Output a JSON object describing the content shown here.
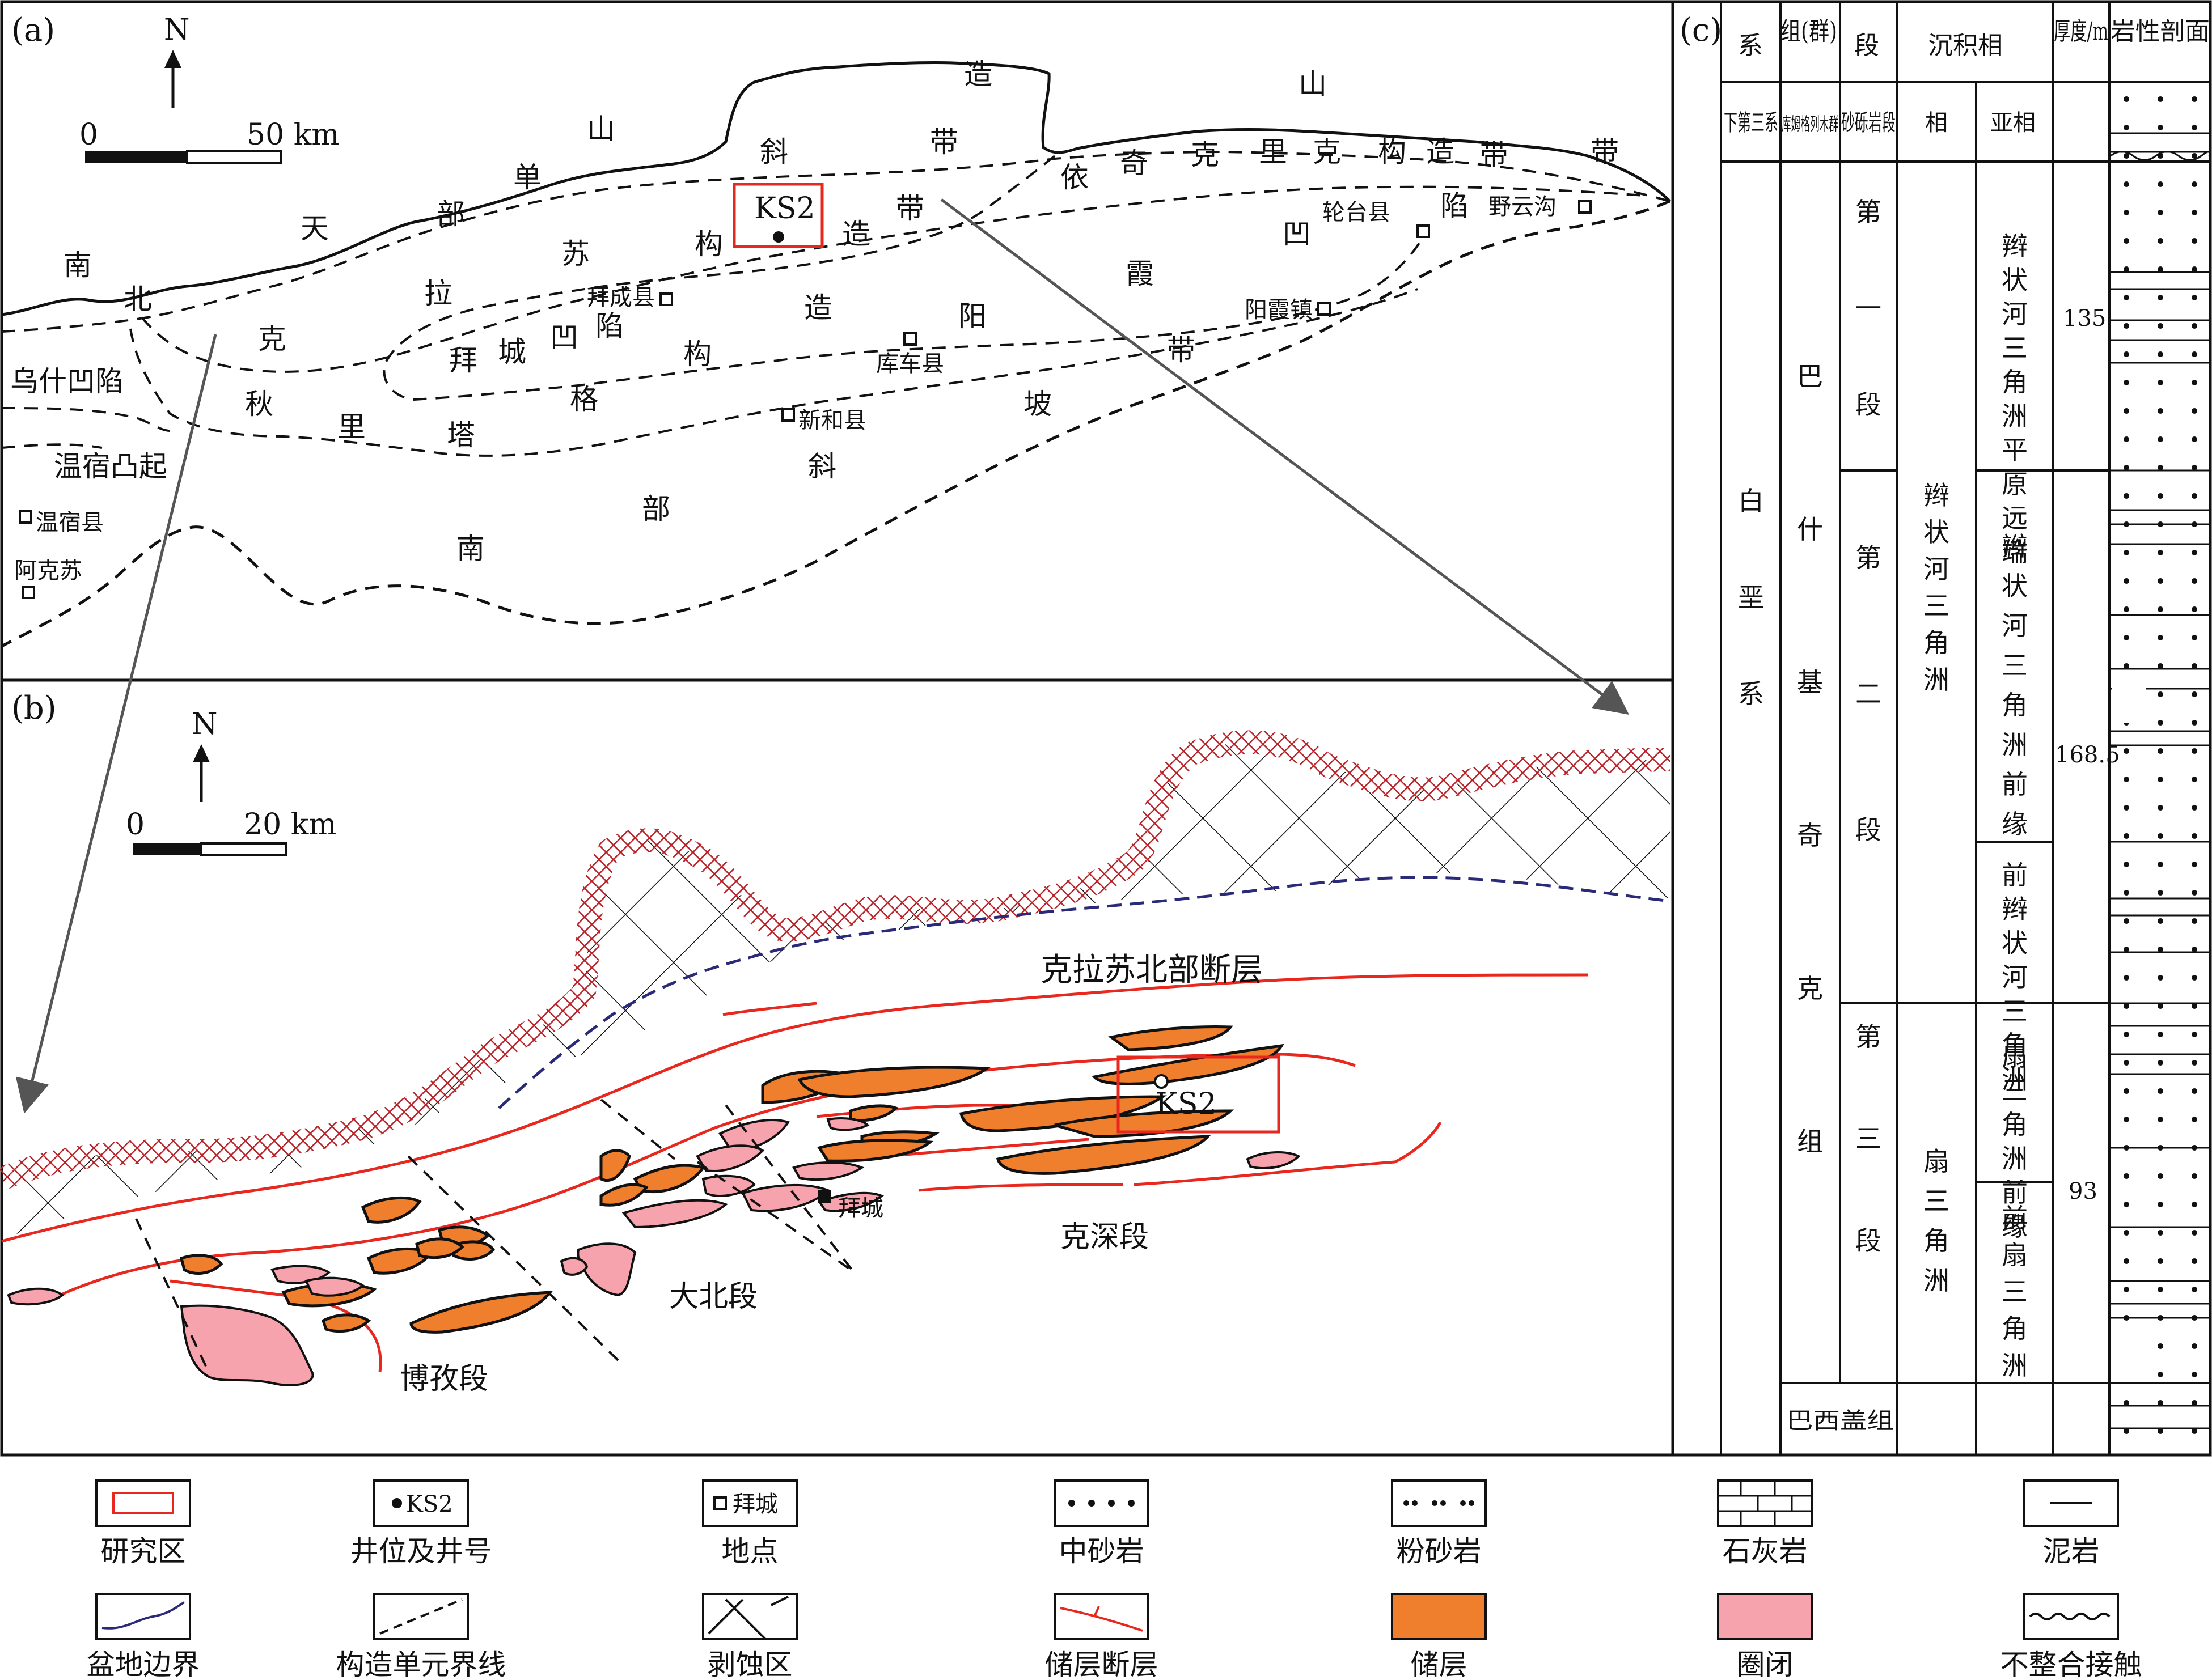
{
  "panels": {
    "a": "(a)",
    "b": "(b)",
    "c": "(c)"
  },
  "north": "N",
  "scale_a": {
    "zero": "0",
    "end": "50 km"
  },
  "scale_b": {
    "zero": "0",
    "end": "20 km"
  },
  "map_a": {
    "well": "KS2",
    "regions": [
      "乌什凹陷",
      "温宿凸起"
    ],
    "belt_south": [
      "南",
      "天",
      "山"
    ],
    "belt_north": [
      "北",
      "部",
      "单",
      "斜",
      "带"
    ],
    "belt_kuqa": [
      "造",
      "带"
    ],
    "belt_kelasu": [
      "克",
      "拉",
      "苏",
      "构",
      "造",
      "带"
    ],
    "belt_baicheng": [
      "拜",
      "城",
      "凹",
      "陷"
    ],
    "belt_qiulitag": [
      "秋",
      "里",
      "塔",
      "格",
      "构",
      "造",
      "带"
    ],
    "belt_yangxia": [
      "阳",
      "霞",
      "凹",
      "陷"
    ],
    "belt_yiqi": [
      "依",
      "奇",
      "克",
      "里",
      "克",
      "构",
      "造",
      "带"
    ],
    "belt_slope": [
      "南",
      "部",
      "斜",
      "坡",
      "带"
    ],
    "mountain_east": [
      "山",
      "带"
    ],
    "towns": [
      "拜成县",
      "库车县",
      "新和县",
      "阳霞镇",
      "轮台县",
      "野云沟",
      "温宿县",
      "阿克苏"
    ]
  },
  "map_b": {
    "fault": "克拉苏北部断层",
    "well": "KS2",
    "town": "拜城",
    "segments": [
      "博孜段",
      "大北段",
      "克深段"
    ]
  },
  "column_c": {
    "headers": [
      "系",
      "组(群)",
      "段",
      "沉积相",
      "厚度/m",
      "岩性剖面"
    ],
    "top_row": {
      "system": "下第三系",
      "group": "库姆格列木群",
      "member": "砂砾岩段",
      "facies": "相",
      "subfacies": "亚相"
    },
    "system": "白垩系",
    "group": "巴什基奇克组",
    "members": [
      "第一段",
      "第二段",
      "第三段"
    ],
    "bottom_group": "巴西盖组",
    "facies": [
      "辫状河三角洲",
      "扇三角洲"
    ],
    "subfacies": [
      "辫状河三角洲平原远端",
      "辫状河三角洲前缘",
      "前辫状河三角洲",
      "扇三角洲前缘",
      "前扇三角洲"
    ],
    "thickness": [
      "135",
      "168.5",
      "93"
    ]
  },
  "legend": [
    {
      "label": "研究区",
      "icon": "study-area-icon"
    },
    {
      "label": "井位及井号",
      "icon": "well-icon",
      "text": "KS2"
    },
    {
      "label": "地点",
      "icon": "location-icon",
      "text": "拜城"
    },
    {
      "label": "中砂岩",
      "icon": "medium-sandstone-icon"
    },
    {
      "label": "粉砂岩",
      "icon": "siltstone-icon"
    },
    {
      "label": "石灰岩",
      "icon": "limestone-icon"
    },
    {
      "label": "泥岩",
      "icon": "mudstone-icon"
    },
    {
      "label": "盆地边界",
      "icon": "basin-boundary-icon"
    },
    {
      "label": "构造单元界线",
      "icon": "tectonic-boundary-icon"
    },
    {
      "label": "剥蚀区",
      "icon": "erosion-area-icon"
    },
    {
      "label": "储层断层",
      "icon": "reservoir-fault-icon"
    },
    {
      "label": "储层",
      "icon": "reservoir-icon"
    },
    {
      "label": "圈闭",
      "icon": "trap-icon"
    },
    {
      "label": "不整合接触",
      "icon": "unconformity-icon"
    }
  ],
  "colors": {
    "reservoir": "#ef7f2d",
    "trap": "#f6a3ad",
    "fault": "#e8281e",
    "erosion": "#b8232a",
    "boundary": "#2b2a78",
    "frame": "#1a1a1a"
  }
}
